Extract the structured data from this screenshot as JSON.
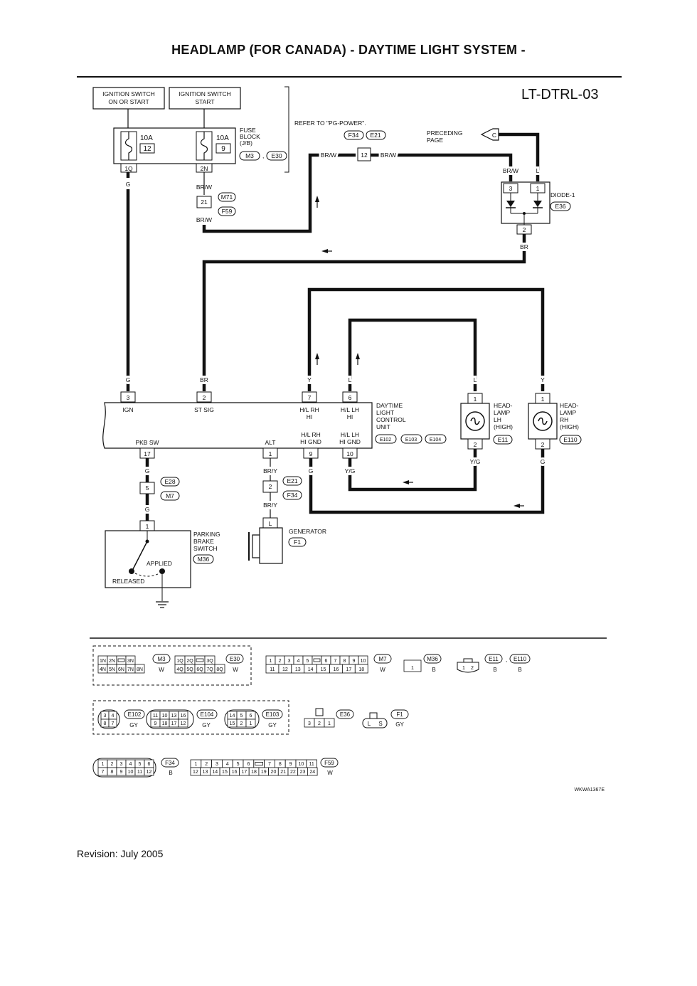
{
  "title": "HEADLAMP (FOR CANADA) - DAYTIME LIGHT SYSTEM -",
  "diagram_id": "LT-DTRL-03",
  "revision": "Revision: July 2005",
  "figure_code": "WKWA1367E",
  "power": {
    "ign_on_start": [
      "IGNITION SWITCH",
      "ON OR START"
    ],
    "ign_start": [
      "IGNITION SWITCH",
      "START"
    ],
    "fuse1": {
      "rating": "10A",
      "number": "12",
      "terminal": "1Q"
    },
    "fuse2": {
      "rating": "10A",
      "number": "9",
      "terminal": "2N"
    },
    "fuse_block": [
      "FUSE",
      "BLOCK",
      "(J/B)"
    ],
    "fuse_block_connectors": [
      "M3",
      "E30"
    ],
    "refer": "REFER TO \"PG-POWER\".",
    "m71": "M71",
    "f59": "F59",
    "pin21": "21",
    "f34": "F34",
    "e21": "E21",
    "pin12": "12",
    "preceding": [
      "PRECEDING",
      "PAGE"
    ],
    "pre_letter": "C"
  },
  "diode": {
    "name": "DIODE-1",
    "connector": "E36",
    "pin3": "3",
    "pin1": "1",
    "pin2": "2"
  },
  "wires": {
    "g": "G",
    "brw": "BR/W",
    "br": "BR",
    "l": "L",
    "y": "Y",
    "yg": "Y/G",
    "bry": "BR/Y"
  },
  "control_unit": {
    "name": [
      "DAYTIME",
      "LIGHT",
      "CONTROL",
      "UNIT"
    ],
    "connectors": [
      "E102",
      "E103",
      "E104"
    ],
    "top_pins": [
      {
        "num": "3",
        "label": "IGN"
      },
      {
        "num": "2",
        "label": "ST SIG"
      },
      {
        "num": "7",
        "label": "H/L RH",
        "label2": "HI"
      },
      {
        "num": "6",
        "label": "H/L LH",
        "label2": "HI"
      }
    ],
    "bottom_pins": [
      {
        "num": "17",
        "label": "PKB SW"
      },
      {
        "num": "1",
        "label": "ALT"
      },
      {
        "num": "9",
        "label": "H/L RH",
        "label2": "HI GND"
      },
      {
        "num": "10",
        "label": "H/L LH",
        "label2": "HI GND"
      }
    ]
  },
  "headlamps": [
    {
      "name": [
        "HEAD-",
        "LAMP",
        "LH",
        "(HIGH)"
      ],
      "connector": "E11",
      "pin1": "1",
      "pin2": "2"
    },
    {
      "name": [
        "HEAD-",
        "LAMP",
        "RH",
        "(HIGH)"
      ],
      "connector": "E110",
      "pin1": "1",
      "pin2": "2"
    }
  ],
  "parking_brake": {
    "name": [
      "PARKING",
      "BRAKE",
      "SWITCH"
    ],
    "connector": "M36",
    "applied": "APPLIED",
    "released": "RELEASED",
    "e28": "E28",
    "m7": "M7",
    "pin5": "5",
    "pin1": "1"
  },
  "generator": {
    "name": "GENERATOR",
    "connector": "F1",
    "pin": "L",
    "e21": "E21",
    "f34": "F34",
    "pin2": "2",
    "pin1": "1"
  },
  "connector_views": {
    "m3": {
      "id": "M3",
      "color": "W",
      "row1": [
        "1N",
        "2N",
        "",
        "3N"
      ],
      "row2": [
        "4N",
        "5N",
        "6N",
        "7N",
        "8N"
      ]
    },
    "e30": {
      "id": "E30",
      "color": "W",
      "row1": [
        "1Q",
        "2Q",
        "",
        "3Q"
      ],
      "row2": [
        "4Q",
        "5Q",
        "6Q",
        "7Q",
        "8Q"
      ]
    },
    "m7": {
      "id": "M7",
      "color": "W",
      "row1": [
        "1",
        "2",
        "3",
        "4",
        "5",
        "",
        "6",
        "7",
        "8",
        "9",
        "10"
      ],
      "row2": [
        "11",
        "12",
        "13",
        "14",
        "15",
        "16",
        "17",
        "18"
      ]
    },
    "m36": {
      "id": "M36",
      "color": "B",
      "row1": [
        "1"
      ]
    },
    "e11": {
      "id": "E11",
      "id2": "E110",
      "color": "B",
      "row1": [
        "1",
        "2"
      ]
    },
    "e102": {
      "id": "E102",
      "color": "GY",
      "row1": [
        "3",
        "4"
      ],
      "row2": [
        "8",
        "7"
      ]
    },
    "e104": {
      "id": "E104",
      "color": "GY",
      "row1": [
        "11",
        "10",
        "13",
        "16"
      ],
      "row2": [
        "9",
        "18",
        "17",
        "12"
      ]
    },
    "e103": {
      "id": "E103",
      "color": "GY",
      "row1": [
        "14",
        "5",
        "6"
      ],
      "row2": [
        "15",
        "2",
        "1"
      ]
    },
    "e36": {
      "id": "E36",
      "row1": [
        "3",
        "2",
        "1"
      ]
    },
    "f1": {
      "id": "F1",
      "color": "GY",
      "row1": [
        "L",
        "S"
      ]
    },
    "f34": {
      "id": "F34",
      "color": "B",
      "row1": [
        "1",
        "2",
        "3",
        "4",
        "5",
        "6"
      ],
      "row2": [
        "7",
        "8",
        "9",
        "10",
        "11",
        "12"
      ]
    },
    "f59": {
      "id": "F59",
      "color": "W",
      "row1": [
        "1",
        "2",
        "3",
        "4",
        "5",
        "6",
        "",
        "7",
        "8",
        "9",
        "10",
        "11"
      ],
      "row2": [
        "12",
        "13",
        "14",
        "15",
        "16",
        "17",
        "18",
        "19",
        "20",
        "21",
        "22",
        "23",
        "24"
      ]
    }
  }
}
